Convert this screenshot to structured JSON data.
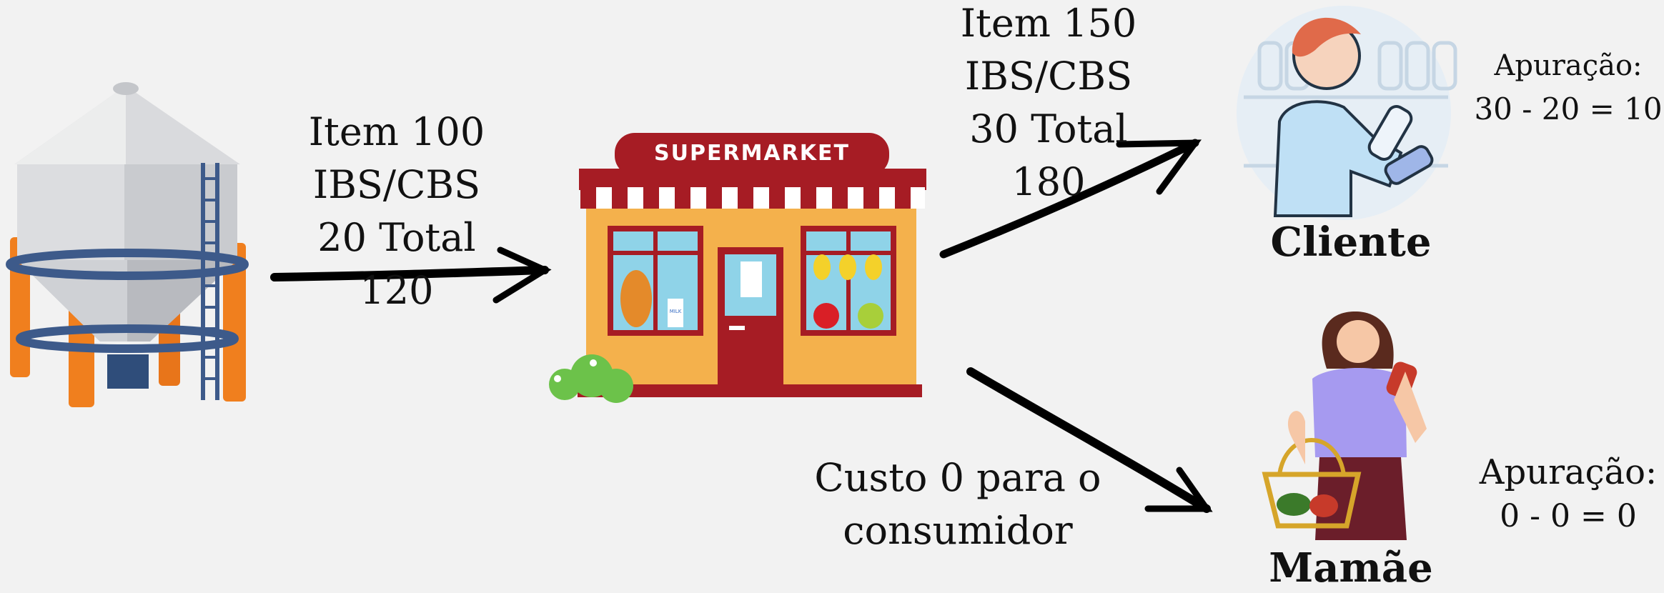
{
  "flow1": {
    "lines": [
      "Item 100",
      "IBS/CBS",
      "20 Total",
      "120"
    ]
  },
  "flow2": {
    "lines": [
      "Item 150",
      "IBS/CBS",
      "30 Total",
      "180"
    ]
  },
  "flow3": {
    "lines": [
      "Custo 0 para o",
      "consumidor"
    ]
  },
  "store": {
    "sign": "SUPERMARKET",
    "milk_label": "MILK"
  },
  "cliente": {
    "label": "Cliente",
    "apuracao_title": "Apuração:",
    "apuracao_calc": "30 - 20 = 10"
  },
  "mamae": {
    "label": "Mamãe",
    "apuracao_title": "Apuração:",
    "apuracao_calc": "0 - 0 = 0"
  },
  "colors": {
    "background": "#f2f2f2",
    "awning_red": "#a61c24",
    "store_wall": "#f4b14c",
    "silo_leg": "#f07f1e",
    "silo_ring": "#3d5a8a"
  },
  "icons": [
    "silo-icon",
    "supermarket-icon",
    "customer-icon",
    "mother-icon"
  ]
}
